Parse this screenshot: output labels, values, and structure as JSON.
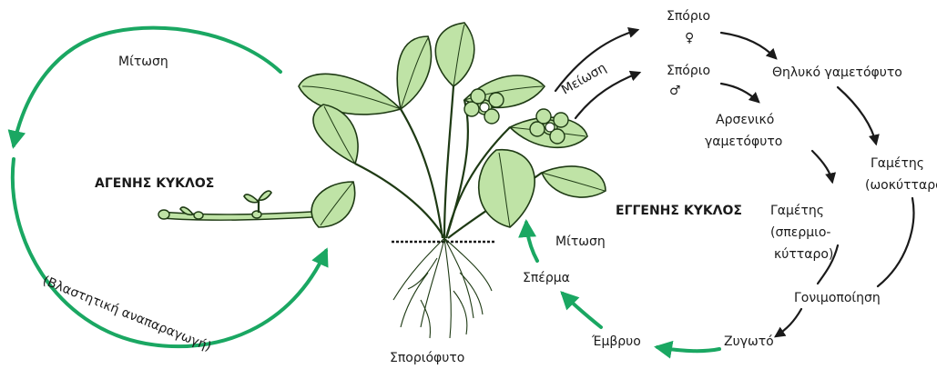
{
  "colors": {
    "green_cycle": "#1aa762",
    "black_cycle": "#1a1a1a",
    "leaf_fill": "#bfe3a6",
    "leaf_outline": "#1e3a14"
  },
  "asexual_cycle": {
    "title": "ΑΓΕΝΗΣ ΚΥΚΛΟΣ",
    "mitosis": "Μίτωση",
    "vegetative": "(Βλαστητική αναπαραγωγή)"
  },
  "sexual_cycle": {
    "title": "ΕΓΓΕΝΗΣ ΚΥΚΛΟΣ",
    "meiosis": "Μείωση",
    "spore_female": {
      "label": "Σπόριο",
      "symbol": "♀"
    },
    "spore_male": {
      "label": "Σπόριο",
      "symbol": "♂"
    },
    "female_gametophyte": "Θηλυκό γαμετόφυτο",
    "male_gametophyte": [
      "Αρσενικό",
      "γαμετόφυτο"
    ],
    "gamete_egg": [
      "Γαμέτης",
      "(ωοκύτταρο)"
    ],
    "gamete_sperm": [
      "Γαμέτης",
      "(σπερμιο-",
      "κύτταρο)"
    ],
    "fertilization": "Γονιμοποίηση",
    "zygote": "Ζυγωτό",
    "embryo": "Έμβρυο",
    "seed": "Σπέρμα",
    "mitosis": "Μίτωση"
  },
  "sporophyte_label": "Σποριόφυτο"
}
